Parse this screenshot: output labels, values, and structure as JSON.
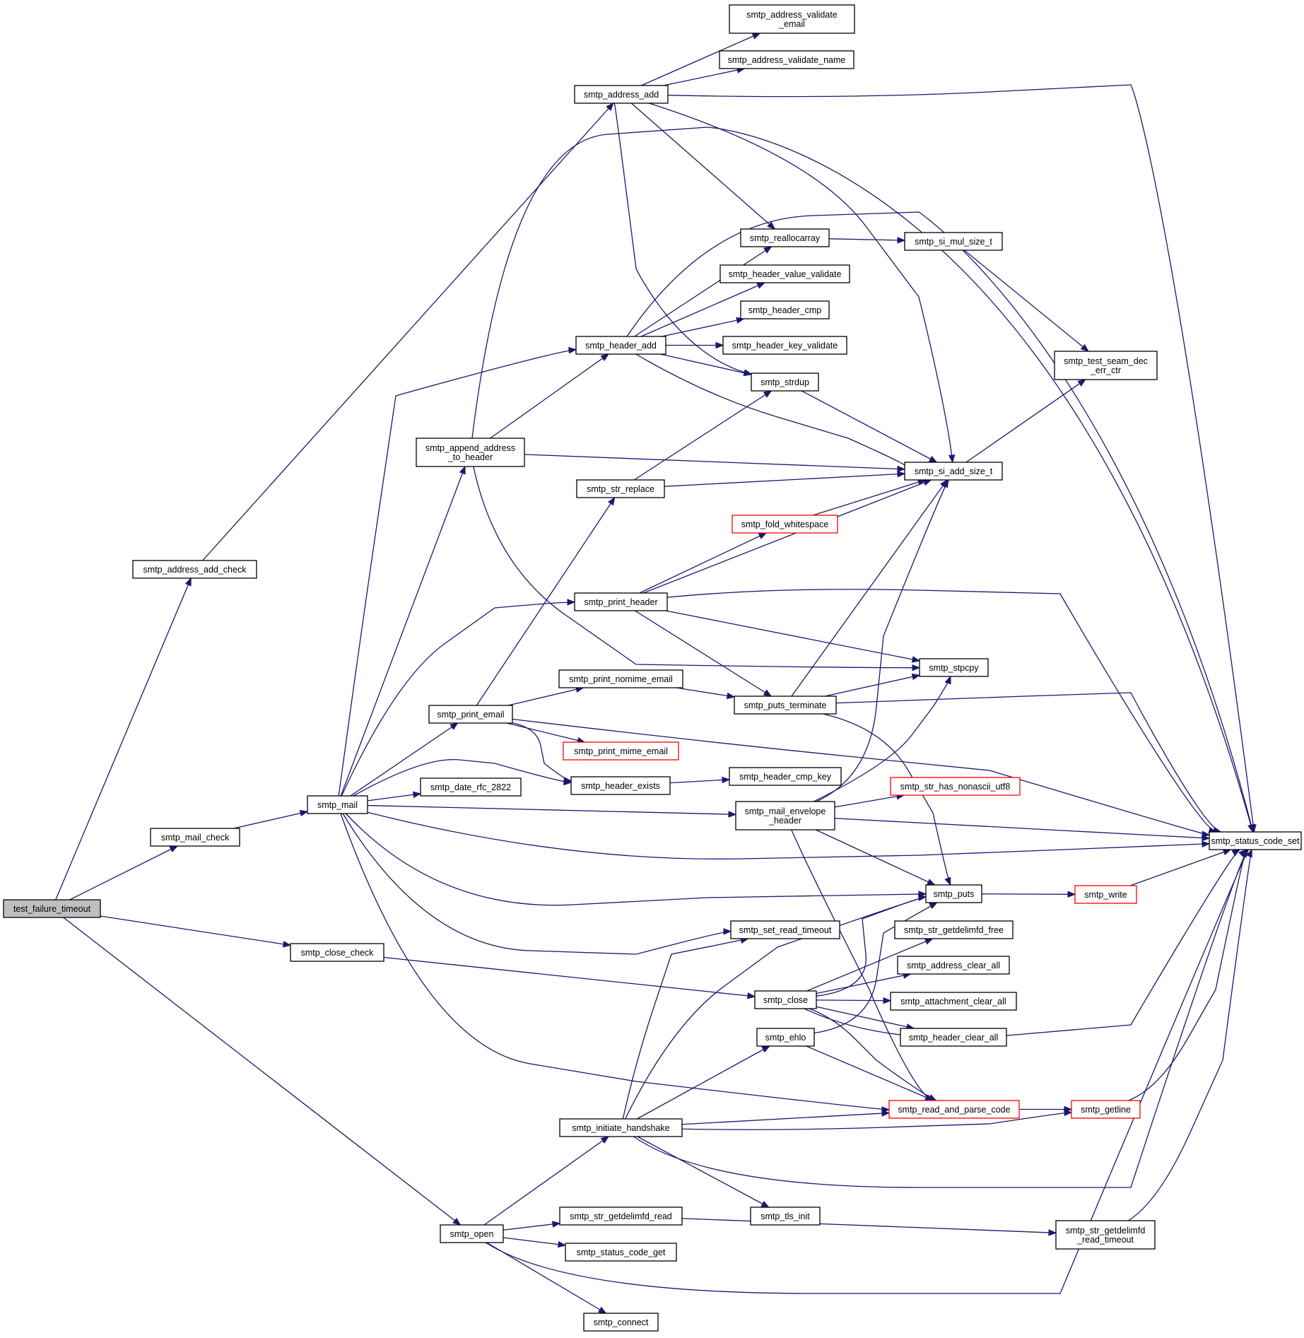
{
  "graph": {
    "nodes": [
      {
        "id": "test_failure_timeout",
        "lines": [
          "test_failure_timeout"
        ],
        "style": "root"
      },
      {
        "id": "smtp_address_add_check",
        "lines": [
          "smtp_address_add_check"
        ]
      },
      {
        "id": "smtp_mail_check",
        "lines": [
          "smtp_mail_check"
        ]
      },
      {
        "id": "smtp_close_check",
        "lines": [
          "smtp_close_check"
        ]
      },
      {
        "id": "smtp_open",
        "lines": [
          "smtp_open"
        ]
      },
      {
        "id": "smtp_mail",
        "lines": [
          "smtp_mail"
        ]
      },
      {
        "id": "smtp_address_add",
        "lines": [
          "smtp_address_add"
        ]
      },
      {
        "id": "smtp_append_address_to_header",
        "lines": [
          "smtp_append_address",
          "_to_header"
        ]
      },
      {
        "id": "smtp_print_email",
        "lines": [
          "smtp_print_email"
        ]
      },
      {
        "id": "smtp_date_rfc_2822",
        "lines": [
          "smtp_date_rfc_2822"
        ]
      },
      {
        "id": "smtp_header_add",
        "lines": [
          "smtp_header_add"
        ]
      },
      {
        "id": "smtp_str_replace",
        "lines": [
          "smtp_str_replace"
        ]
      },
      {
        "id": "smtp_print_header",
        "lines": [
          "smtp_print_header"
        ]
      },
      {
        "id": "smtp_print_nomime_email",
        "lines": [
          "smtp_print_nomime_email"
        ]
      },
      {
        "id": "smtp_print_mime_email",
        "lines": [
          "smtp_print_mime_email"
        ],
        "style": "red"
      },
      {
        "id": "smtp_header_exists",
        "lines": [
          "smtp_header_exists"
        ]
      },
      {
        "id": "smtp_initiate_handshake",
        "lines": [
          "smtp_initiate_handshake"
        ]
      },
      {
        "id": "smtp_str_getdelimfd_read",
        "lines": [
          "smtp_str_getdelimfd_read"
        ]
      },
      {
        "id": "smtp_status_code_get",
        "lines": [
          "smtp_status_code_get"
        ]
      },
      {
        "id": "smtp_connect",
        "lines": [
          "smtp_connect"
        ]
      },
      {
        "id": "smtp_address_validate_email",
        "lines": [
          "smtp_address_validate",
          "_email"
        ]
      },
      {
        "id": "smtp_address_validate_name",
        "lines": [
          "smtp_address_validate_name"
        ]
      },
      {
        "id": "smtp_reallocarray",
        "lines": [
          "smtp_reallocarray"
        ]
      },
      {
        "id": "smtp_header_value_validate",
        "lines": [
          "smtp_header_value_validate"
        ]
      },
      {
        "id": "smtp_header_cmp",
        "lines": [
          "smtp_header_cmp"
        ]
      },
      {
        "id": "smtp_header_key_validate",
        "lines": [
          "smtp_header_key_validate"
        ]
      },
      {
        "id": "smtp_strdup",
        "lines": [
          "smtp_strdup"
        ]
      },
      {
        "id": "smtp_fold_whitespace",
        "lines": [
          "smtp_fold_whitespace"
        ],
        "style": "red"
      },
      {
        "id": "smtp_puts_terminate",
        "lines": [
          "smtp_puts_terminate"
        ]
      },
      {
        "id": "smtp_header_cmp_key",
        "lines": [
          "smtp_header_cmp_key"
        ]
      },
      {
        "id": "smtp_mail_envelope_header",
        "lines": [
          "smtp_mail_envelope",
          "_header"
        ]
      },
      {
        "id": "smtp_set_read_timeout",
        "lines": [
          "smtp_set_read_timeout"
        ]
      },
      {
        "id": "smtp_close",
        "lines": [
          "smtp_close"
        ]
      },
      {
        "id": "smtp_ehlo",
        "lines": [
          "smtp_ehlo"
        ]
      },
      {
        "id": "smtp_tls_init",
        "lines": [
          "smtp_tls_init"
        ]
      },
      {
        "id": "smtp_si_mul_size_t",
        "lines": [
          "smtp_si_mul_size_t"
        ]
      },
      {
        "id": "smtp_test_seam_dec_err_ctr",
        "lines": [
          "smtp_test_seam_dec",
          "_err_ctr"
        ]
      },
      {
        "id": "smtp_si_add_size_t",
        "lines": [
          "smtp_si_add_size_t"
        ]
      },
      {
        "id": "smtp_stpcpy",
        "lines": [
          "smtp_stpcpy"
        ]
      },
      {
        "id": "smtp_str_has_nonascii_utf8",
        "lines": [
          "smtp_str_has_nonascii_utf8"
        ],
        "style": "red"
      },
      {
        "id": "smtp_puts",
        "lines": [
          "smtp_puts"
        ]
      },
      {
        "id": "smtp_str_getdelimfd_free",
        "lines": [
          "smtp_str_getdelimfd_free"
        ]
      },
      {
        "id": "smtp_address_clear_all",
        "lines": [
          "smtp_address_clear_all"
        ]
      },
      {
        "id": "smtp_attachment_clear_all",
        "lines": [
          "smtp_attachment_clear_all"
        ]
      },
      {
        "id": "smtp_header_clear_all",
        "lines": [
          "smtp_header_clear_all"
        ]
      },
      {
        "id": "smtp_read_and_parse_code",
        "lines": [
          "smtp_read_and_parse_code"
        ],
        "style": "red"
      },
      {
        "id": "smtp_str_getdelimfd_read_timeout",
        "lines": [
          "smtp_str_getdelimfd",
          "_read_timeout"
        ]
      },
      {
        "id": "smtp_status_code_set",
        "lines": [
          "smtp_status_code_set"
        ]
      },
      {
        "id": "smtp_write",
        "lines": [
          "smtp_write"
        ],
        "style": "red"
      },
      {
        "id": "smtp_getline",
        "lines": [
          "smtp_getline"
        ],
        "style": "red"
      }
    ],
    "edges": [
      [
        "test_failure_timeout",
        "smtp_address_add_check"
      ],
      [
        "test_failure_timeout",
        "smtp_mail_check"
      ],
      [
        "test_failure_timeout",
        "smtp_close_check"
      ],
      [
        "test_failure_timeout",
        "smtp_open"
      ],
      [
        "smtp_address_add_check",
        "smtp_address_add"
      ],
      [
        "smtp_mail_check",
        "smtp_mail"
      ],
      [
        "smtp_close_check",
        "smtp_close"
      ],
      [
        "smtp_address_add",
        "smtp_address_validate_email"
      ],
      [
        "smtp_address_add",
        "smtp_address_validate_name"
      ],
      [
        "smtp_address_add",
        "smtp_status_code_set"
      ],
      [
        "smtp_address_add",
        "smtp_reallocarray"
      ],
      [
        "smtp_address_add",
        "smtp_strdup"
      ],
      [
        "smtp_address_add",
        "smtp_si_add_size_t"
      ],
      [
        "smtp_mail",
        "smtp_header_add"
      ],
      [
        "smtp_mail",
        "smtp_append_address_to_header"
      ],
      [
        "smtp_mail",
        "smtp_print_header"
      ],
      [
        "smtp_mail",
        "smtp_print_email"
      ],
      [
        "smtp_mail",
        "smtp_header_exists"
      ],
      [
        "smtp_mail",
        "smtp_date_rfc_2822"
      ],
      [
        "smtp_mail",
        "smtp_mail_envelope_header"
      ],
      [
        "smtp_mail",
        "smtp_status_code_set"
      ],
      [
        "smtp_mail",
        "smtp_puts"
      ],
      [
        "smtp_mail",
        "smtp_set_read_timeout"
      ],
      [
        "smtp_mail",
        "smtp_read_and_parse_code"
      ],
      [
        "smtp_append_address_to_header",
        "smtp_header_add"
      ],
      [
        "smtp_append_address_to_header",
        "smtp_si_add_size_t"
      ],
      [
        "smtp_append_address_to_header",
        "smtp_status_code_set"
      ],
      [
        "smtp_append_address_to_header",
        "smtp_stpcpy"
      ],
      [
        "smtp_header_add",
        "smtp_reallocarray"
      ],
      [
        "smtp_header_add",
        "smtp_header_value_validate"
      ],
      [
        "smtp_header_add",
        "smtp_header_cmp"
      ],
      [
        "smtp_header_add",
        "smtp_header_key_validate"
      ],
      [
        "smtp_header_add",
        "smtp_strdup"
      ],
      [
        "smtp_header_add",
        "smtp_si_add_size_t"
      ],
      [
        "smtp_header_add",
        "smtp_status_code_set"
      ],
      [
        "smtp_reallocarray",
        "smtp_si_mul_size_t"
      ],
      [
        "smtp_si_mul_size_t",
        "smtp_test_seam_dec_err_ctr"
      ],
      [
        "smtp_si_add_size_t",
        "smtp_test_seam_dec_err_ctr"
      ],
      [
        "smtp_strdup",
        "smtp_si_add_size_t"
      ],
      [
        "smtp_str_replace",
        "smtp_strdup"
      ],
      [
        "smtp_str_replace",
        "smtp_si_add_size_t"
      ],
      [
        "smtp_print_email",
        "smtp_str_replace"
      ],
      [
        "smtp_print_email",
        "smtp_print_nomime_email"
      ],
      [
        "smtp_print_email",
        "smtp_print_mime_email"
      ],
      [
        "smtp_print_email",
        "smtp_header_exists"
      ],
      [
        "smtp_print_email",
        "smtp_status_code_set"
      ],
      [
        "smtp_print_header",
        "smtp_fold_whitespace"
      ],
      [
        "smtp_print_header",
        "smtp_si_add_size_t"
      ],
      [
        "smtp_print_header",
        "smtp_status_code_set"
      ],
      [
        "smtp_print_header",
        "smtp_stpcpy"
      ],
      [
        "smtp_print_header",
        "smtp_puts_terminate"
      ],
      [
        "smtp_fold_whitespace",
        "smtp_si_add_size_t"
      ],
      [
        "smtp_print_nomime_email",
        "smtp_puts_terminate"
      ],
      [
        "smtp_puts_terminate",
        "smtp_si_add_size_t"
      ],
      [
        "smtp_puts_terminate",
        "smtp_stpcpy"
      ],
      [
        "smtp_puts_terminate",
        "smtp_status_code_set"
      ],
      [
        "smtp_puts_terminate",
        "smtp_puts"
      ],
      [
        "smtp_header_exists",
        "smtp_header_cmp_key"
      ],
      [
        "smtp_mail_envelope_header",
        "smtp_si_add_size_t"
      ],
      [
        "smtp_mail_envelope_header",
        "smtp_stpcpy"
      ],
      [
        "smtp_mail_envelope_header",
        "smtp_str_has_nonascii_utf8"
      ],
      [
        "smtp_mail_envelope_header",
        "smtp_status_code_set"
      ],
      [
        "smtp_mail_envelope_header",
        "smtp_puts"
      ],
      [
        "smtp_mail_envelope_header",
        "smtp_read_and_parse_code"
      ],
      [
        "smtp_puts",
        "smtp_write"
      ],
      [
        "smtp_write",
        "smtp_status_code_set"
      ],
      [
        "smtp_close",
        "smtp_puts"
      ],
      [
        "smtp_close",
        "smtp_str_getdelimfd_free"
      ],
      [
        "smtp_close",
        "smtp_address_clear_all"
      ],
      [
        "smtp_close",
        "smtp_attachment_clear_all"
      ],
      [
        "smtp_close",
        "smtp_header_clear_all"
      ],
      [
        "smtp_close",
        "smtp_status_code_set"
      ],
      [
        "smtp_close",
        "smtp_read_and_parse_code"
      ],
      [
        "smtp_ehlo",
        "smtp_puts"
      ],
      [
        "smtp_ehlo",
        "smtp_read_and_parse_code"
      ],
      [
        "smtp_read_and_parse_code",
        "smtp_getline"
      ],
      [
        "smtp_getline",
        "smtp_status_code_set"
      ],
      [
        "smtp_initiate_handshake",
        "smtp_set_read_timeout"
      ],
      [
        "smtp_initiate_handshake",
        "smtp_puts"
      ],
      [
        "smtp_initiate_handshake",
        "smtp_ehlo"
      ],
      [
        "smtp_initiate_handshake",
        "smtp_read_and_parse_code"
      ],
      [
        "smtp_initiate_handshake",
        "smtp_getline"
      ],
      [
        "smtp_initiate_handshake",
        "smtp_status_code_set"
      ],
      [
        "smtp_initiate_handshake",
        "smtp_tls_init"
      ],
      [
        "smtp_open",
        "smtp_initiate_handshake"
      ],
      [
        "smtp_open",
        "smtp_str_getdelimfd_read"
      ],
      [
        "smtp_open",
        "smtp_status_code_get"
      ],
      [
        "smtp_open",
        "smtp_connect"
      ],
      [
        "smtp_open",
        "smtp_status_code_set"
      ],
      [
        "smtp_str_getdelimfd_read",
        "smtp_str_getdelimfd_read_timeout"
      ],
      [
        "smtp_str_getdelimfd_read_timeout",
        "smtp_status_code_set"
      ]
    ]
  }
}
